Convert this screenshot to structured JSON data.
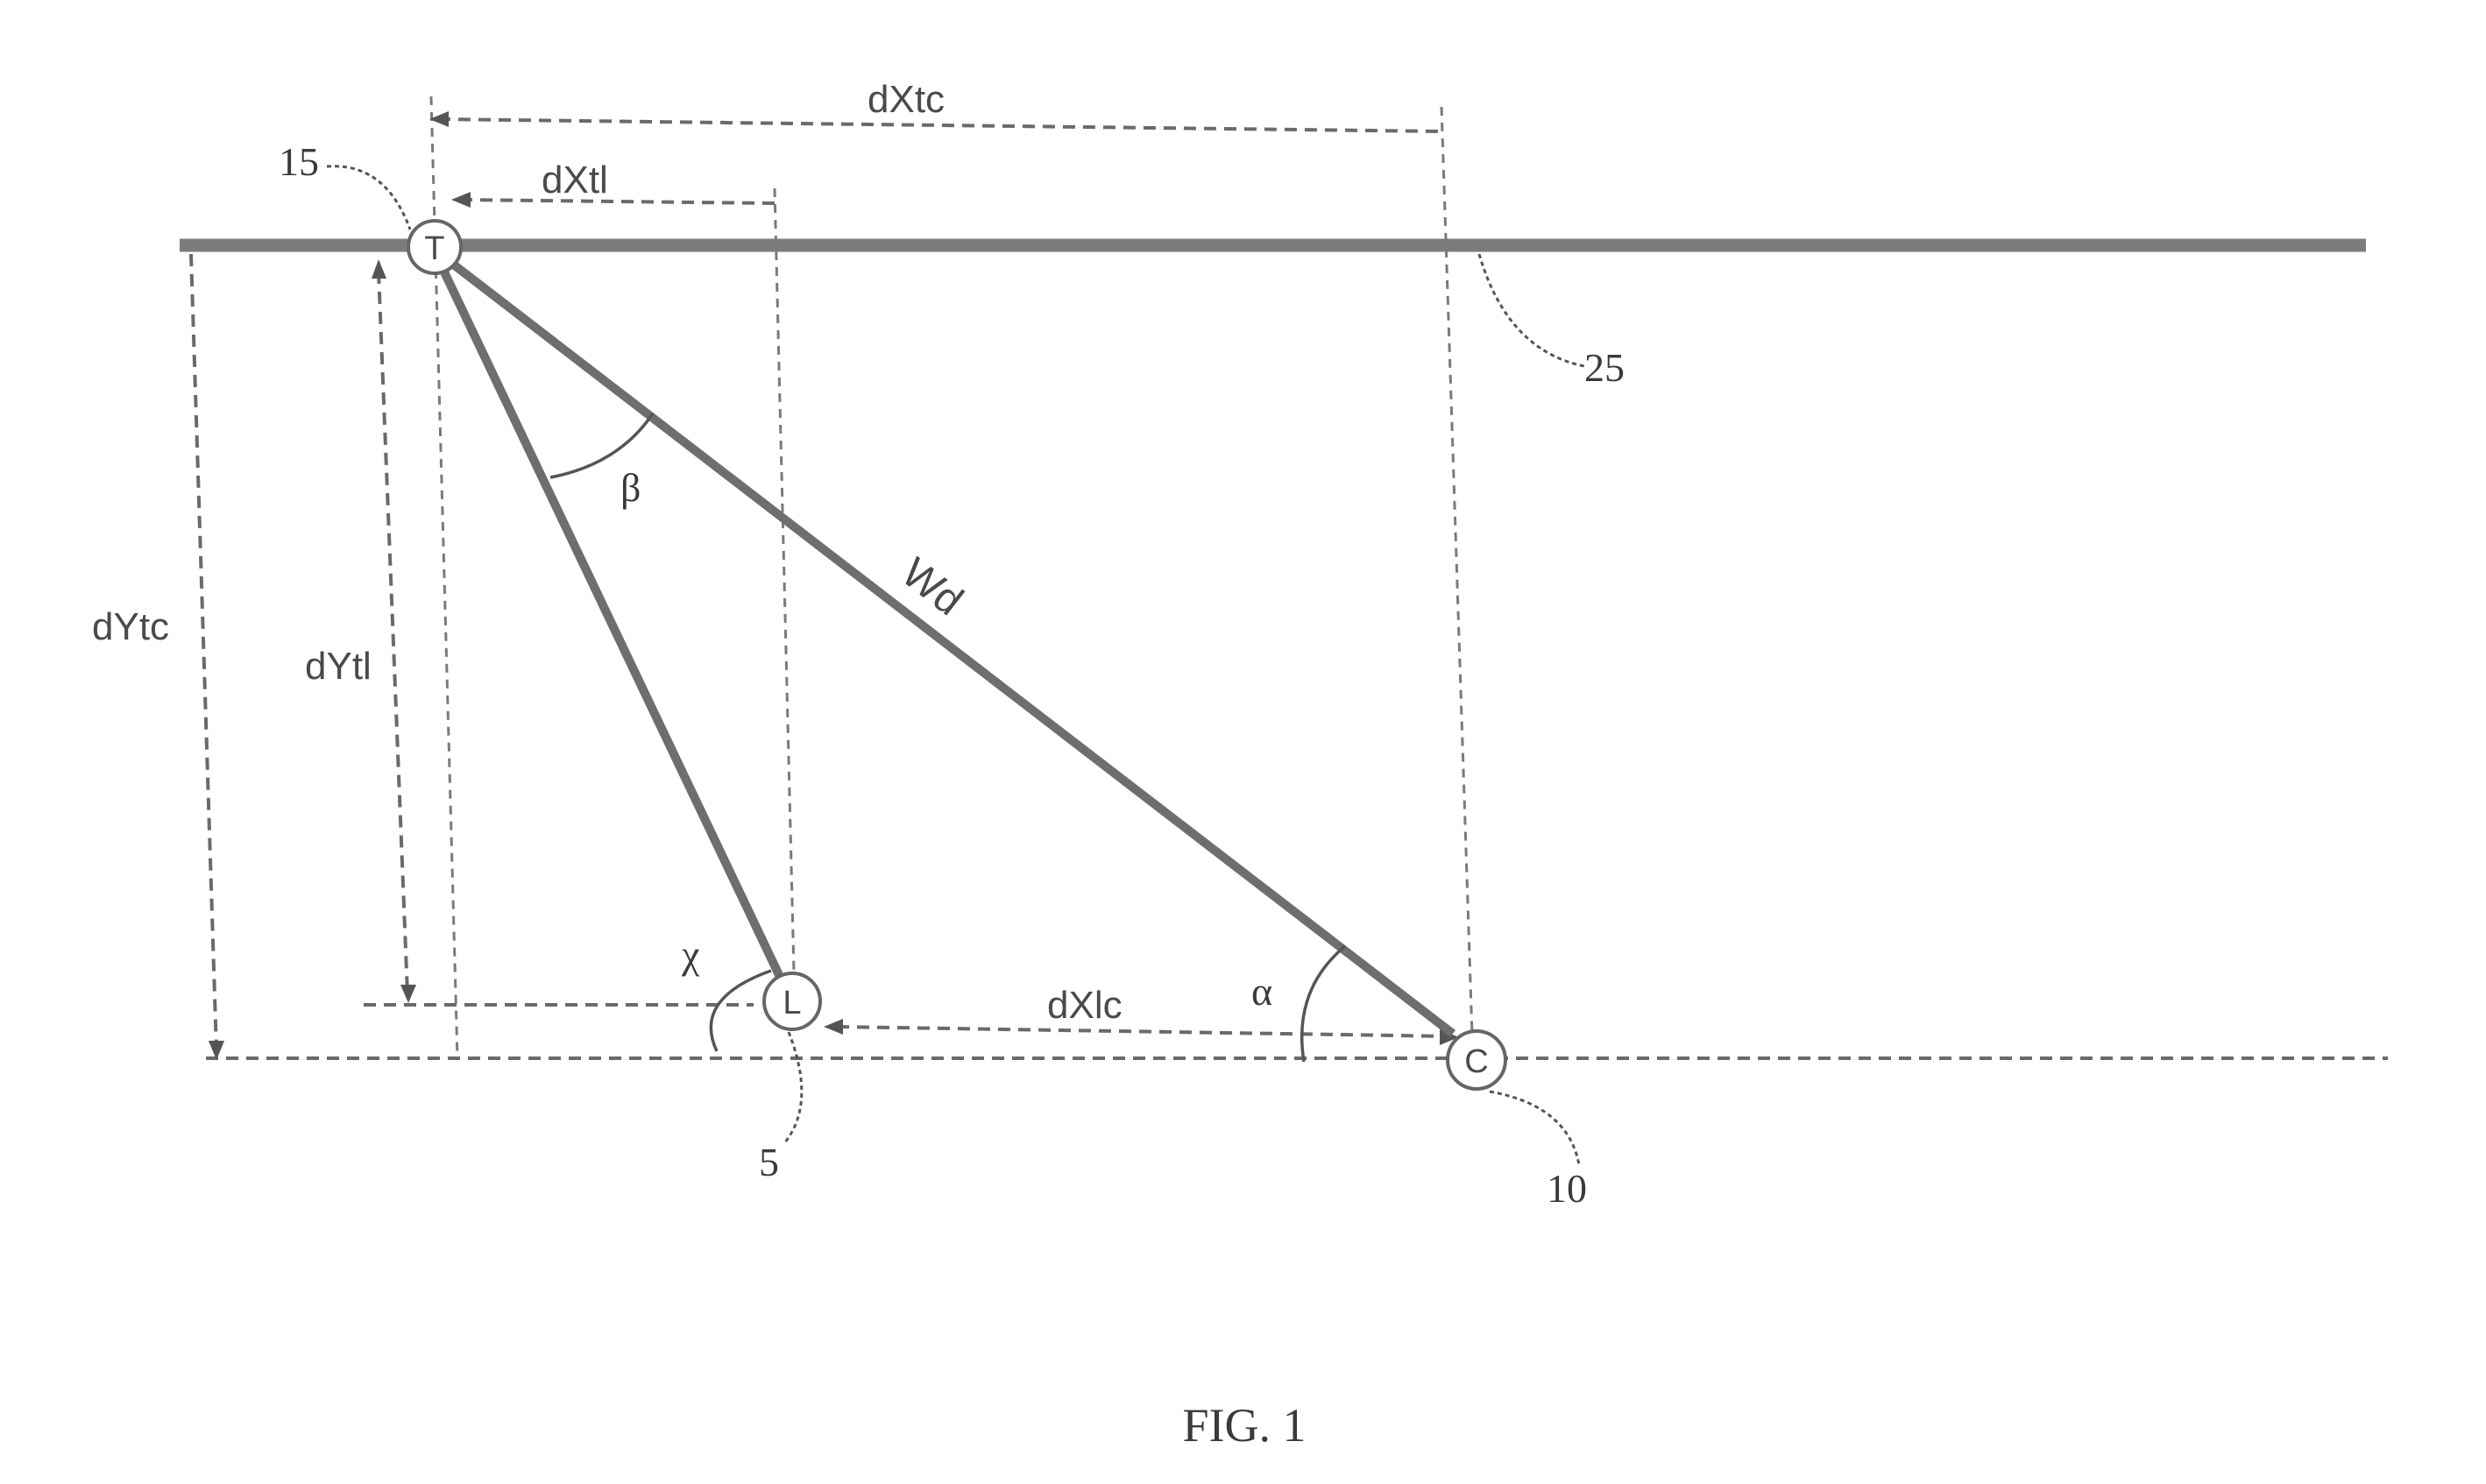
{
  "nodes": {
    "t": {
      "letter": "T",
      "ref": "15"
    },
    "l": {
      "letter": "L",
      "ref": "5"
    },
    "c": {
      "letter": "C",
      "ref": "10"
    }
  },
  "line_ref": "25",
  "dimensions": {
    "dxtc": "dXtc",
    "dxtl": "dXtl",
    "dxlc": "dXlc",
    "dytc": "dYtc",
    "dytl": "dYtl"
  },
  "edge_label": "Wd",
  "angles": {
    "alpha": "α",
    "beta": "β",
    "chi": "χ"
  },
  "caption": "FIG. 1"
}
